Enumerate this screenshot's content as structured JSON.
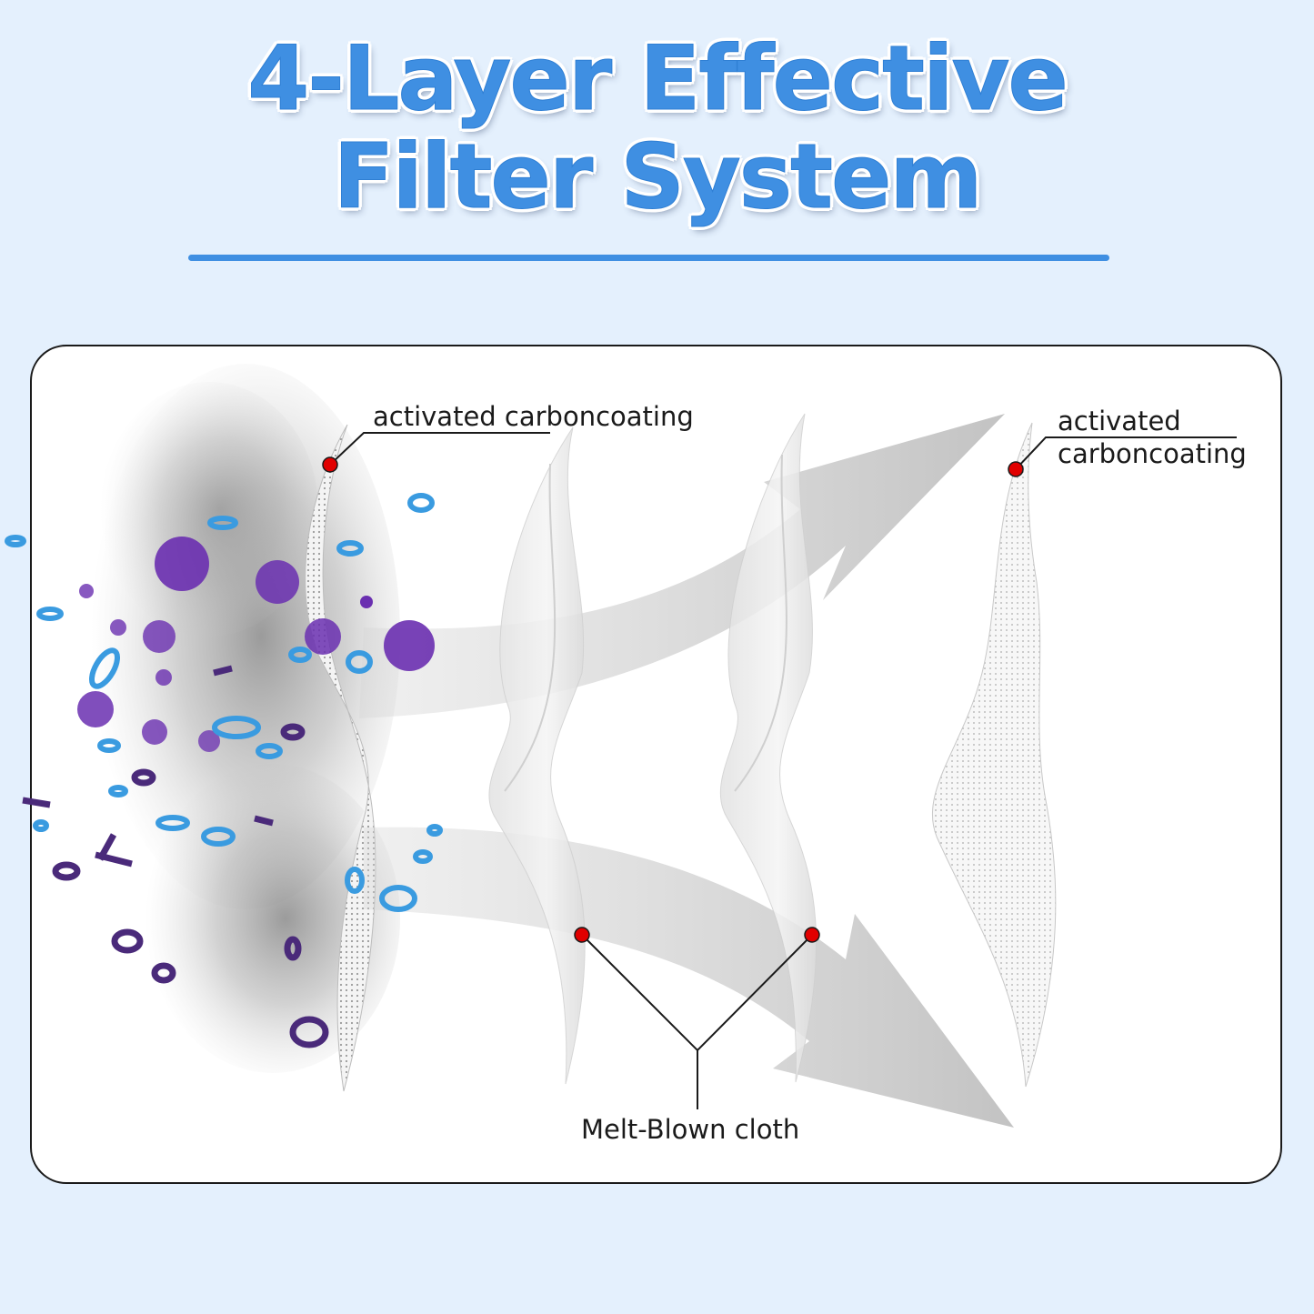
{
  "title": {
    "line1": "4-Layer Effective",
    "line2": "Filter System"
  },
  "labels": {
    "first_layer": "activated carboncoating",
    "last_layer_line1": "activated",
    "last_layer_line2": "carboncoating",
    "middle_layers": "Melt-Blown cloth"
  },
  "colors": {
    "background": "#e4f0fd",
    "title": "#3f8fe2",
    "marker": "#e10000",
    "particle_purple": "#6a2fb0",
    "particle_blue": "#3a9be0"
  },
  "icons": {
    "marker": "red-dot-marker",
    "arrow": "airflow-arrow"
  }
}
